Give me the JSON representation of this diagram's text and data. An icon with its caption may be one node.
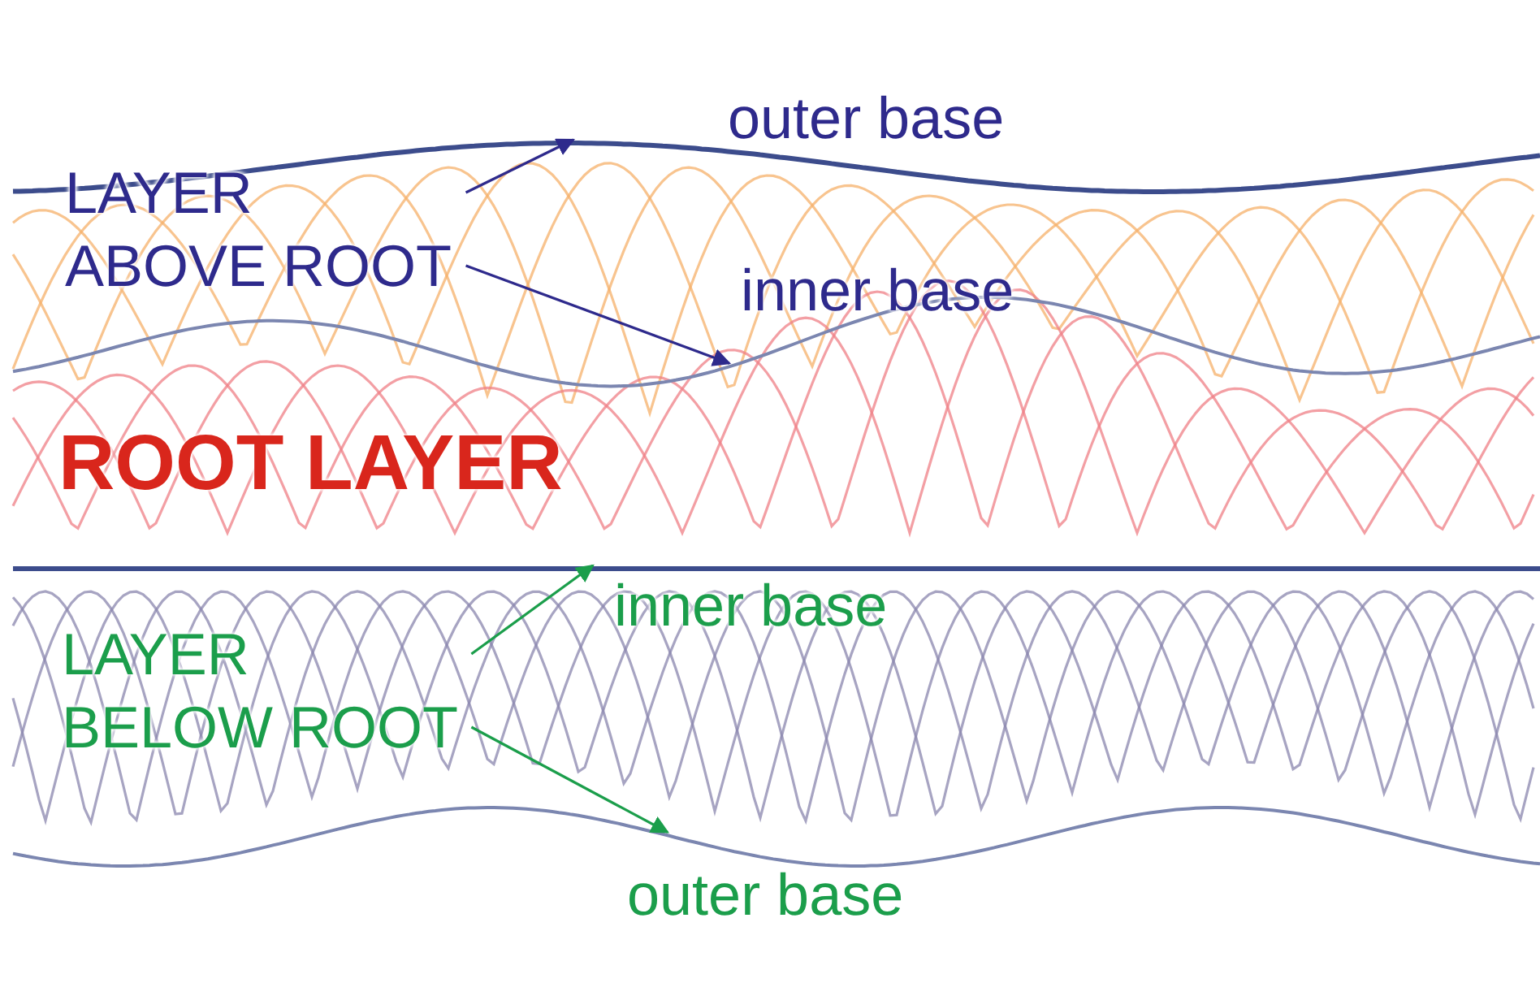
{
  "diagram": {
    "nodes": [
      {
        "text": [
          "LAYER ABOVE ROOT"
        ]
      },
      {
        "text": [],
        "shape": "line"
      },
      {
        "text": [],
        "shape": "line"
      },
      {
        "text": [
          "LAYER BELOW ROOT"
        ]
      },
      {
        "text": [],
        "shape": "line"
      },
      {
        "text": [],
        "shape": "line"
      }
    ],
    "edges": [
      {
        "from": 0,
        "to": 1,
        "arrow": "to",
        "color": "#2e2a8c"
      },
      {
        "from": 0,
        "to": 2,
        "arrow": "to",
        "color": "#2e2a8c"
      },
      {
        "from": 3,
        "to": 4,
        "arrow": "to",
        "color": "#1b9e4b"
      },
      {
        "from": 3,
        "to": 5,
        "arrow": "to",
        "color": "#1b9e4b"
      }
    ],
    "labels": [
      "outer base",
      "inner base",
      "ROOT LAYER",
      "inner base",
      "outer base"
    ]
  }
}
